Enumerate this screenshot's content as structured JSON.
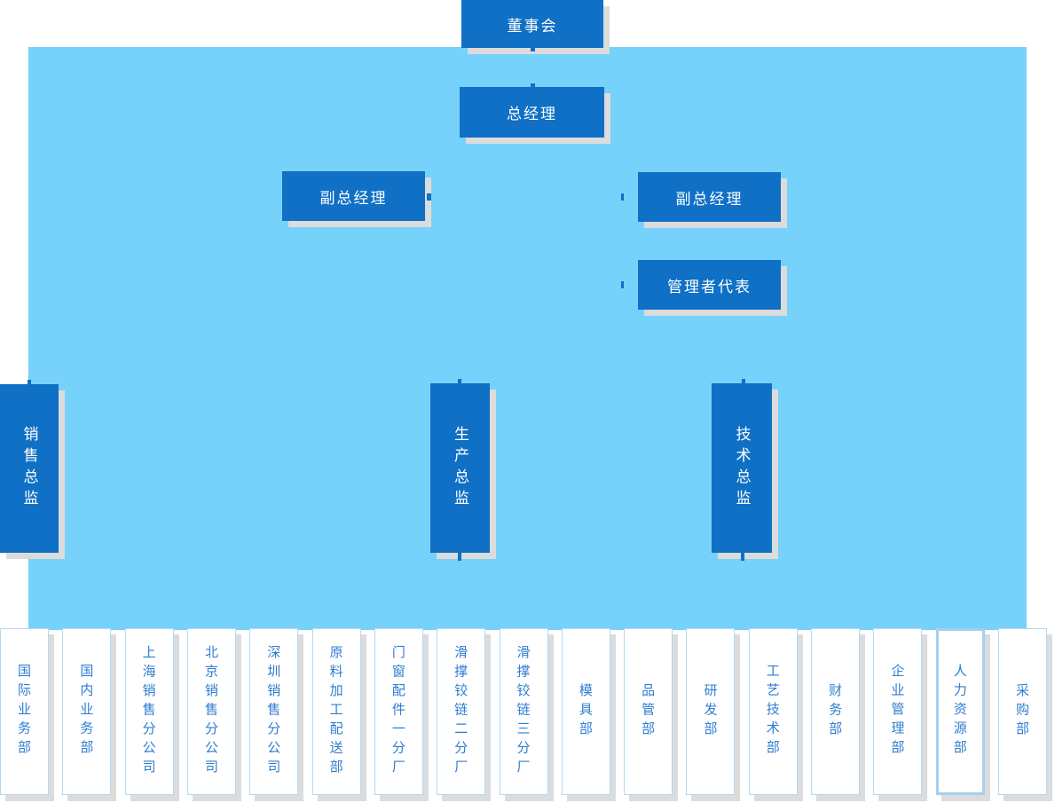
{
  "org": {
    "board": "董事会",
    "general_manager": "总经理",
    "deputy_left": "副总经理",
    "deputy_right": "副总经理",
    "management_rep": "管理者代表",
    "directors": [
      {
        "label": "销售总监"
      },
      {
        "label": "生产总监"
      },
      {
        "label": "技术总监"
      }
    ],
    "departments": [
      {
        "label": "国际业务部"
      },
      {
        "label": "国内业务部"
      },
      {
        "label": "上海销售分公司"
      },
      {
        "label": "北京销售分公司"
      },
      {
        "label": "深圳销售分公司"
      },
      {
        "label": "原料加工配送部"
      },
      {
        "label": "门窗配件一分厂"
      },
      {
        "label": "滑撑铰链二分厂"
      },
      {
        "label": "滑撑铰链三分厂"
      },
      {
        "label": "模具部"
      },
      {
        "label": "品管部"
      },
      {
        "label": "研发部"
      },
      {
        "label": "工艺技术部"
      },
      {
        "label": "财务部"
      },
      {
        "label": "企业管理部"
      },
      {
        "label": "人力资源部",
        "highlighted": true
      },
      {
        "label": "采购部"
      }
    ]
  },
  "colors": {
    "primary_blue": "#0f70c5",
    "background_light_blue": "#76d1fb",
    "box_shadow_gray": "#dcdcdc",
    "department_border": "#b3d9f2",
    "department_text": "#2e7dd1",
    "node_text": "#ffffff",
    "page_background": "#ffffff"
  }
}
